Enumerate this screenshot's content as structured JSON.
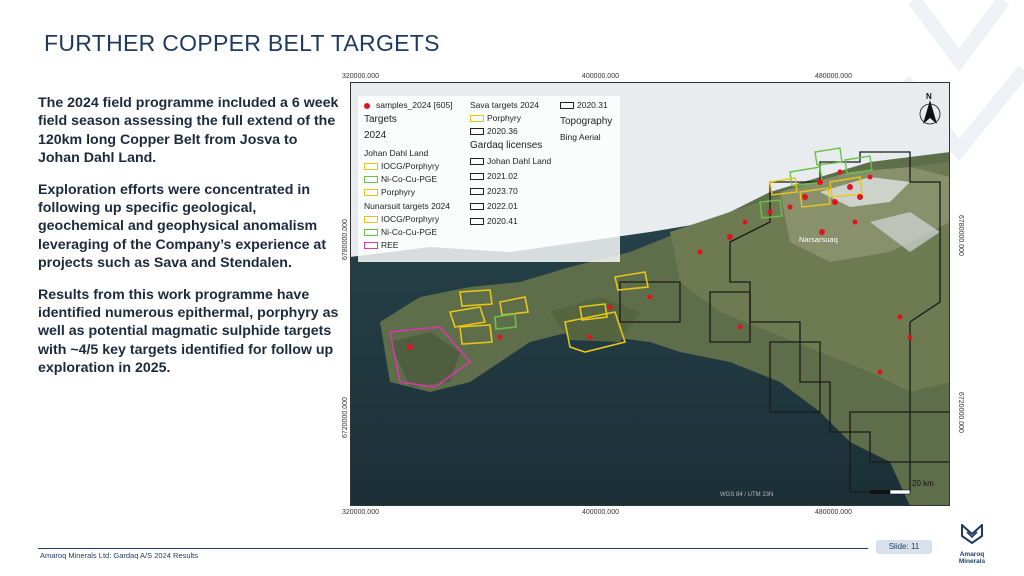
{
  "slide": {
    "title": "FURTHER COPPER BELT TARGETS",
    "paragraphs": [
      "The 2024 field programme included a 6 week field season assessing the full extend of the 120km long Copper Belt from Josva to Johan Dahl Land.",
      "Exploration efforts were concentrated in following up specific geological, geochemical and geophysical anomalism leveraging of the Company’s experience at projects such as Sava and Stendalen.",
      "Results from this work programme have identified numerous epithermal, porphyry as well as potential magmatic sulphide targets with ~4/5 key targets identified for follow up exploration in 2025."
    ],
    "footer": "Amaroq Minerals Ltd: Gardaq A/S 2024 Results",
    "slide_label": "Slide:  11",
    "logo_text": "Amaroq Minerals"
  },
  "map": {
    "coords_top": [
      "320000.000",
      "400000.000",
      "480000.000"
    ],
    "coords_bottom": [
      "320000.000",
      "400000.000",
      "480000.000"
    ],
    "coords_left": [
      "6780000.000",
      "6720000.000"
    ],
    "coords_right": [
      "6780000.000",
      "6720000.000"
    ],
    "north_label": "N",
    "scale_label": "20 km",
    "crs_label": "WGS 84 / UTM 23N",
    "town_label": "Narsarsuaq",
    "colors": {
      "samples": "#e0141e",
      "iocg": "#e6c619",
      "ni_cu_pge": "#6cc04a",
      "porphyry": "#e6c619",
      "ree": "#d63aa6",
      "license": "#1a1a1a"
    },
    "legend": {
      "samples": "samples_2024 [605]",
      "targets_heading": "Targets",
      "year": "2024",
      "johan_heading": "Johan Dahl Land",
      "jd_items": [
        "IOCG/Porphyry",
        "Ni-Co-Cu-PGE",
        "Porphyry"
      ],
      "nunarsuit_heading": "Nunarsuit targets 2024",
      "nu_items": [
        "IOCG/Porphyry",
        "Ni-Co-Cu-PGE",
        "REE"
      ],
      "sava_heading": "Sava targets 2024",
      "sava_items": [
        "Porphyry"
      ],
      "lic_a": "2020.36",
      "gardaq_heading": "Gardaq licenses",
      "gardaq_items": [
        "Johan Dahl Land",
        "2021.02",
        "2023.70",
        "2022.01",
        "2020.41"
      ],
      "lic_b": "2020.31",
      "topo_heading": "Topography",
      "topo_item": "Bing Aerial"
    }
  }
}
